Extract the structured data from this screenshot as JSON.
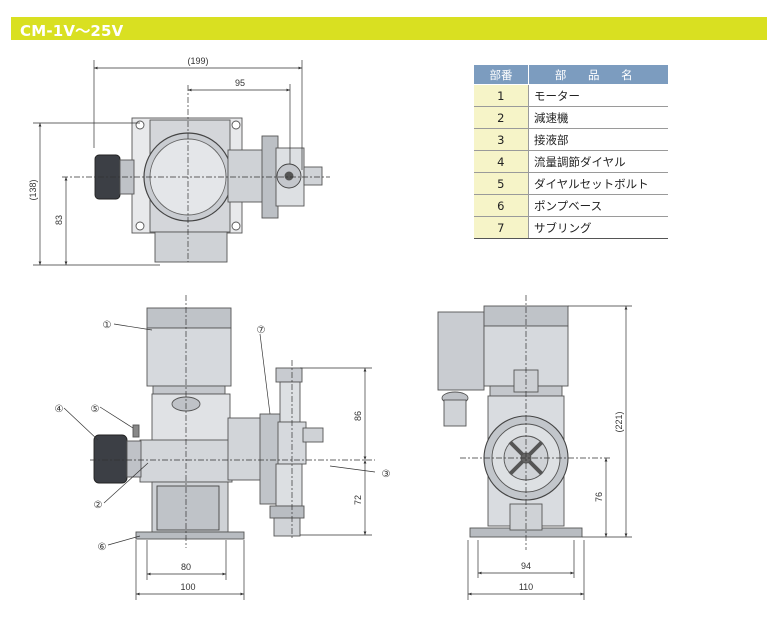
{
  "title": "CM-1V～25V",
  "parts_table": {
    "headers": [
      "部番",
      "部 品 名"
    ],
    "rows": [
      {
        "no": "1",
        "name": "モーター"
      },
      {
        "no": "2",
        "name": "減速機"
      },
      {
        "no": "3",
        "name": "接液部"
      },
      {
        "no": "4",
        "name": "流量調節ダイヤル"
      },
      {
        "no": "5",
        "name": "ダイヤルセットボルト"
      },
      {
        "no": "6",
        "name": "ポンプベース"
      },
      {
        "no": "7",
        "name": "サブリング"
      }
    ]
  },
  "dimensions": {
    "top_width": "(199)",
    "top_offset": "95",
    "top_height": "(138)",
    "top_lower": "83",
    "front_upper": "86",
    "front_lower": "72",
    "front_inner_width": "80",
    "front_outer_width": "100",
    "side_height": "(221)",
    "side_lower": "76",
    "side_inner_width": "94",
    "side_outer_width": "110"
  },
  "callouts": [
    "①",
    "②",
    "③",
    "④",
    "⑤",
    "⑥",
    "⑦"
  ],
  "colors": {
    "title_bar": "#d9e021",
    "table_header": "#7c9cbf",
    "table_number_cell": "#f6f4c8"
  }
}
